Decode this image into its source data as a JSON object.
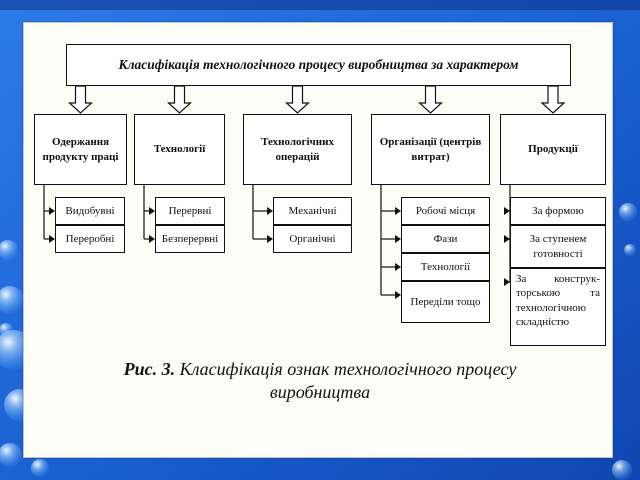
{
  "title": "Класифікація технологічного процесу виробництва за характером",
  "categories": [
    {
      "label": "Одержання продукту праці",
      "items": [
        "Видобувні",
        "Переробні"
      ]
    },
    {
      "label": "Технології",
      "items": [
        "Перервні",
        "Безперервні"
      ]
    },
    {
      "label": "Технологічних операцій",
      "items": [
        "Механічні",
        "Органічні"
      ]
    },
    {
      "label": "Організації (центрів витрат)",
      "items": [
        "Робочі місця",
        "Фази",
        "Технології",
        "Переділи тощо"
      ]
    },
    {
      "label": "Продукції",
      "items": [
        "За формою",
        "За ступенем готовності",
        "За конструк-торською та технологічною складністю"
      ]
    }
  ],
  "caption": {
    "prefix": "Рис.",
    "number": "3.",
    "text": "Класифікація ознак технологічного процесу виробництва"
  },
  "colors": {
    "background_blue": "#1e66d6",
    "frame": "#fdfdf8",
    "lines": "#111111"
  }
}
